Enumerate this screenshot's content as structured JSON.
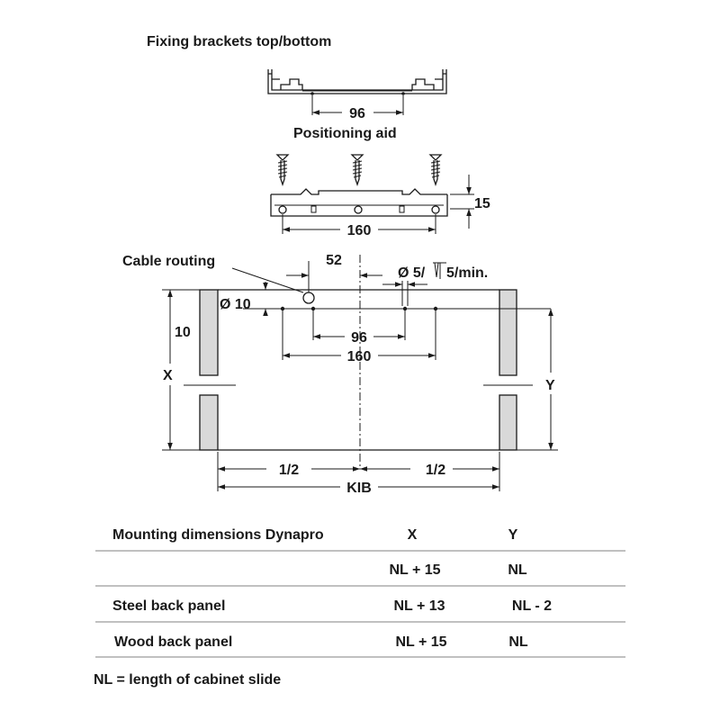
{
  "headings": {
    "fixing_brackets": "Fixing brackets top/bottom",
    "positioning_aid": "Positioning aid",
    "cable_routing": "Cable routing"
  },
  "dimensions": {
    "bracket_spacing": "96",
    "aid_spacing": "160",
    "aid_height": "15",
    "cable_offset": "52",
    "cable_diameter": "Ø 10",
    "hole_spec": "Ø 5/",
    "hole_depth": "5/min.",
    "top_offset": "10",
    "inner_96": "96",
    "inner_160": "160",
    "x_label": "X",
    "y_label": "Y",
    "half_left": "1/2",
    "half_right": "1/2",
    "kib": "KIB"
  },
  "table": {
    "header": {
      "title": "Mounting dimensions Dynapro",
      "x": "X",
      "y": "Y"
    },
    "rows": [
      {
        "label": "",
        "x": "NL + 15",
        "y": "NL"
      },
      {
        "label": "Steel back panel",
        "x": "NL + 13",
        "y": "NL - 2"
      },
      {
        "label": "Wood back panel",
        "x": "NL + 15",
        "y": "NL"
      }
    ]
  },
  "footnote": "NL = length of cabinet slide"
}
